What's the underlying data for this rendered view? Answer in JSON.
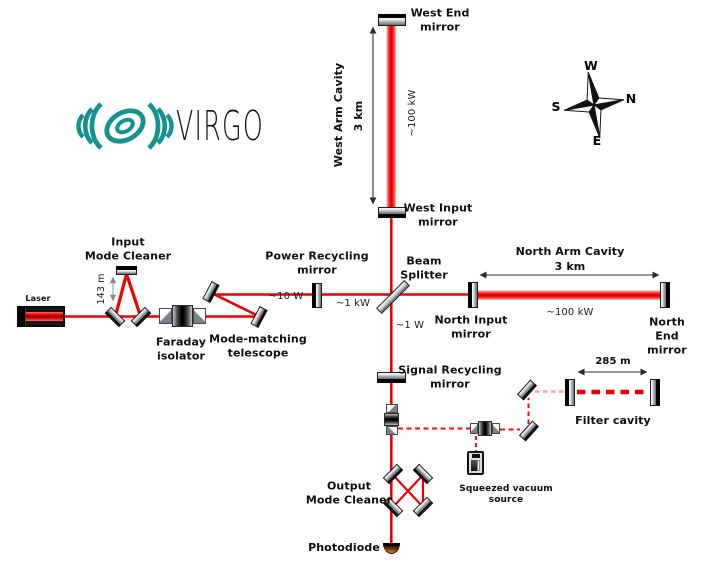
{
  "logo": {
    "text": "VIRGO"
  },
  "compass": {
    "w": "W",
    "n": "N",
    "s": "S",
    "e": "E"
  },
  "west_arm": {
    "end_mirror": "West End\nmirror",
    "input_mirror": "West Input\nmirror",
    "cavity": "West Arm Cavity",
    "length": "3 km",
    "power": "~100 kW"
  },
  "north_arm": {
    "end_mirror": "North End\nmirror",
    "input_mirror": "North Input\nmirror",
    "cavity": "North Arm Cavity",
    "length": "3 km",
    "power": "~100 kW"
  },
  "central": {
    "beam_splitter": "Beam\nSplitter",
    "power_recycling": "Power Recycling\nmirror",
    "signal_recycling": "Signal Recycling\nmirror",
    "input_power": "~10 W",
    "recycled_power": "~1 kW",
    "dark_port_power": "~1 W"
  },
  "injection": {
    "laser": "Laser",
    "input_mode_cleaner": "Input\nMode Cleaner",
    "imc_length": "143 m",
    "faraday_isolator": "Faraday\nisolator",
    "telescope": "Mode-matching\ntelescope"
  },
  "detection": {
    "output_mode_cleaner": "Output\nMode Cleaner",
    "photodiode": "Photodiode"
  },
  "squeezing": {
    "source": "Squeezed vacuum\nsource",
    "filter_cavity": "Filter cavity",
    "filter_length": "285 m"
  },
  "colors": {
    "beam_red": "#ee0000",
    "dash_pink": "#ffa3a3",
    "logo_teal": "#149190"
  }
}
